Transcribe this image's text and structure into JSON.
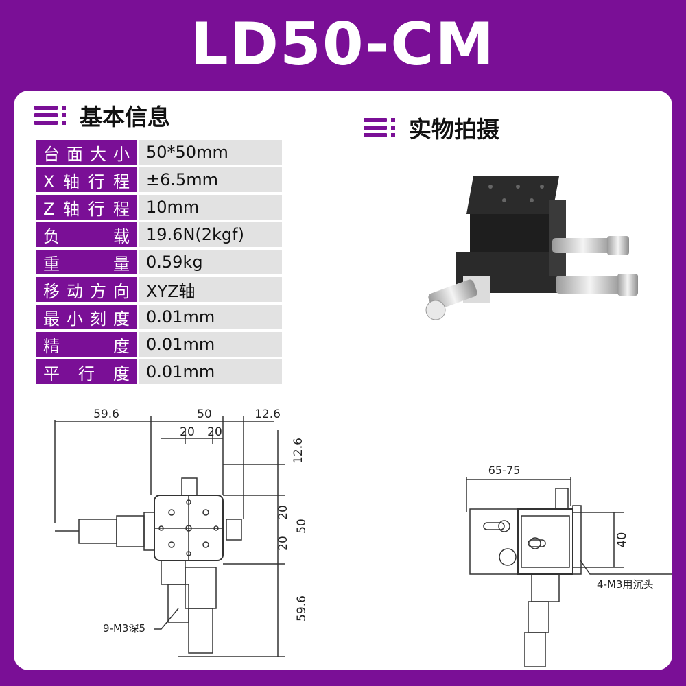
{
  "title": "LD50-CM",
  "sections": {
    "basic_info": "基本信息",
    "photo": "实物拍摄"
  },
  "specs": [
    {
      "label": "台面大小",
      "value": "50*50mm"
    },
    {
      "label": "X轴行程",
      "value": "±6.5mm"
    },
    {
      "label": "Z轴行程",
      "value": "10mm"
    },
    {
      "label": "负载",
      "value": "19.6N(2kgf)"
    },
    {
      "label": "重量",
      "value": "0.59kg"
    },
    {
      "label": "移动方向",
      "value": "XYZ轴"
    },
    {
      "label": "最小刻度",
      "value": "0.01mm"
    },
    {
      "label": "精度",
      "value": "0.01mm"
    },
    {
      "label": "平行度",
      "value": "0.01mm"
    }
  ],
  "drawing_top": {
    "dim_left": "59.6",
    "dim_top": "50",
    "dim_right": "12.6",
    "dim_sub1": "20",
    "dim_sub2": "20",
    "dim_v_top": "12.6",
    "dim_v_a": "20",
    "dim_v_b": "20",
    "dim_v_total": "50",
    "dim_v_bottom": "59.6",
    "hole_note": "9-M3深5"
  },
  "drawing_side": {
    "dim_width": "65-75",
    "dim_height": "40",
    "hole_note": "4-M3用沉头"
  },
  "colors": {
    "brand": "#7a0f96",
    "value_bg": "#e2e2e2"
  }
}
